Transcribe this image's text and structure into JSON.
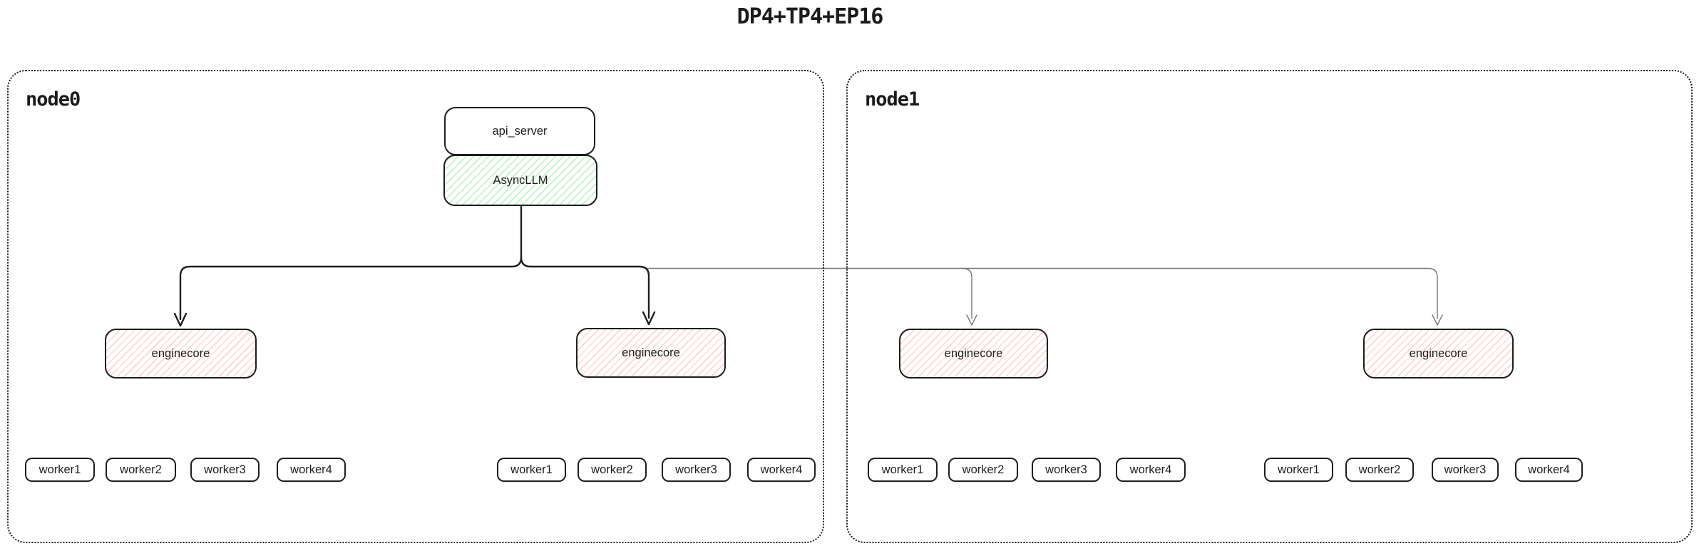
{
  "title": "DP4+TP4+EP16",
  "colors": {
    "stroke": "#1e1e1e",
    "thin_line": "#777777",
    "green_hatch": "#b2f2bb",
    "red_hatch": "#ffc9c9"
  },
  "node0": {
    "label": "node0",
    "api_server_label": "api_server",
    "asyncllm_label": "AsyncLLM",
    "enginecores": [
      {
        "label": "enginecore",
        "workers": [
          "worker1",
          "worker2",
          "worker3",
          "worker4"
        ]
      },
      {
        "label": "enginecore",
        "workers": [
          "worker1",
          "worker2",
          "worker3",
          "worker4"
        ]
      }
    ]
  },
  "node1": {
    "label": "node1",
    "enginecores": [
      {
        "label": "enginecore",
        "workers": [
          "worker1",
          "worker2",
          "worker3",
          "worker4"
        ]
      },
      {
        "label": "enginecore",
        "workers": [
          "worker1",
          "worker2",
          "worker3",
          "worker4"
        ]
      }
    ]
  }
}
